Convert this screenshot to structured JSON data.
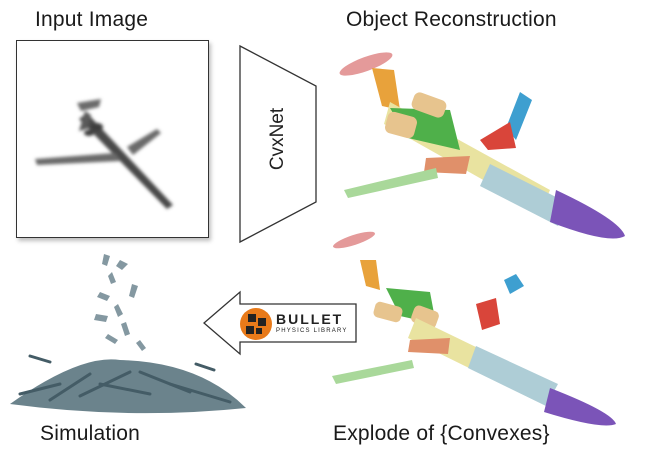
{
  "labels": {
    "input_image": "Input Image",
    "object_reconstruction": "Object Reconstruction",
    "cvxnet": "CvxNet",
    "simulation": "Simulation",
    "explode": "Explode of {Convexes}"
  },
  "logo": {
    "brand": "BULLET",
    "tagline": "PHYSICS LIBRARY"
  },
  "colors": {
    "fuselage": "#aecdd6",
    "nose": "#7b54b8",
    "wing": "#a9d89a",
    "engine_green": "#4fb04a",
    "tail_blue": "#3e9fd0",
    "tail_red": "#d9453a",
    "stabilizer_pink": "#e49a9a",
    "tail_orange": "#e8a23b",
    "tan": "#e7c48e",
    "salmon": "#e0906a",
    "yellow": "#e9e3a0"
  }
}
